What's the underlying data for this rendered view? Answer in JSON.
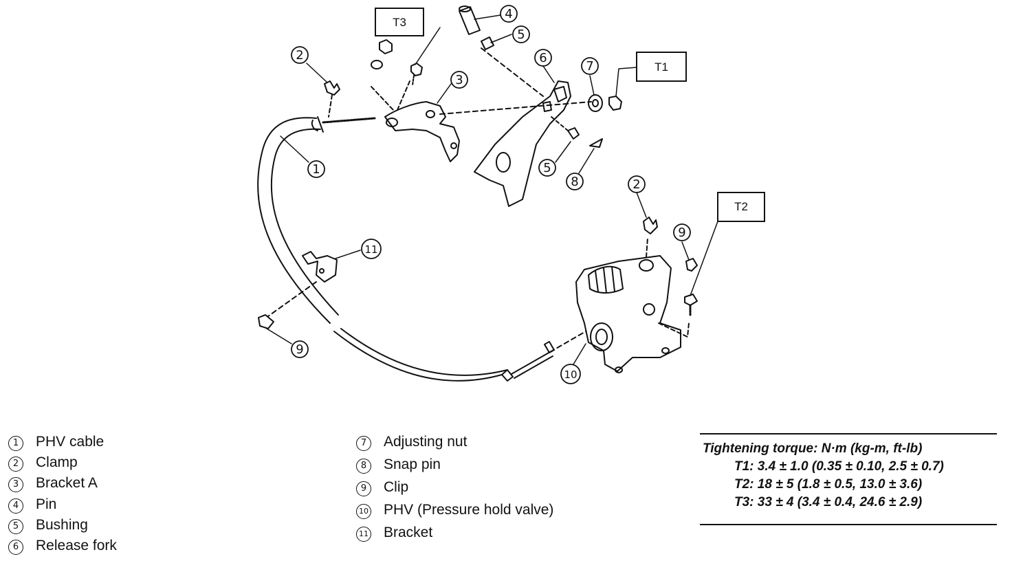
{
  "callouts": {
    "c1": "1",
    "c2a": "2",
    "c2b": "2",
    "c3": "3",
    "c4": "4",
    "c5a": "5",
    "c5b": "5",
    "c6": "6",
    "c7": "7",
    "c8": "8",
    "c9a": "9",
    "c9b": "9",
    "c10": "10",
    "c11": "11"
  },
  "torque_boxes": {
    "t1": "T1",
    "t2": "T2",
    "t3": "T3"
  },
  "legend": {
    "left": [
      {
        "num": "1",
        "label": "PHV cable"
      },
      {
        "num": "2",
        "label": "Clamp"
      },
      {
        "num": "3",
        "label": "Bracket A"
      },
      {
        "num": "4",
        "label": "Pin"
      },
      {
        "num": "5",
        "label": "Bushing"
      },
      {
        "num": "6",
        "label": "Release fork"
      }
    ],
    "mid": [
      {
        "num": "7",
        "label": "Adjusting nut"
      },
      {
        "num": "8",
        "label": "Snap pin"
      },
      {
        "num": "9",
        "label": "Clip"
      },
      {
        "num": "10",
        "label": "PHV (Pressure hold valve)"
      },
      {
        "num": "11",
        "label": "Bracket"
      }
    ]
  },
  "torque_table": {
    "header": "Tightening torque: N·m (kg-m, ft-lb)",
    "rows": [
      "T1: 3.4 ± 1.0 (0.35 ± 0.10, 2.5 ± 0.7)",
      "T2: 18 ± 5 (1.8 ± 0.5, 13.0 ± 3.6)",
      "T3: 33 ± 4 (3.4 ± 0.4, 24.6 ± 2.9)"
    ]
  }
}
